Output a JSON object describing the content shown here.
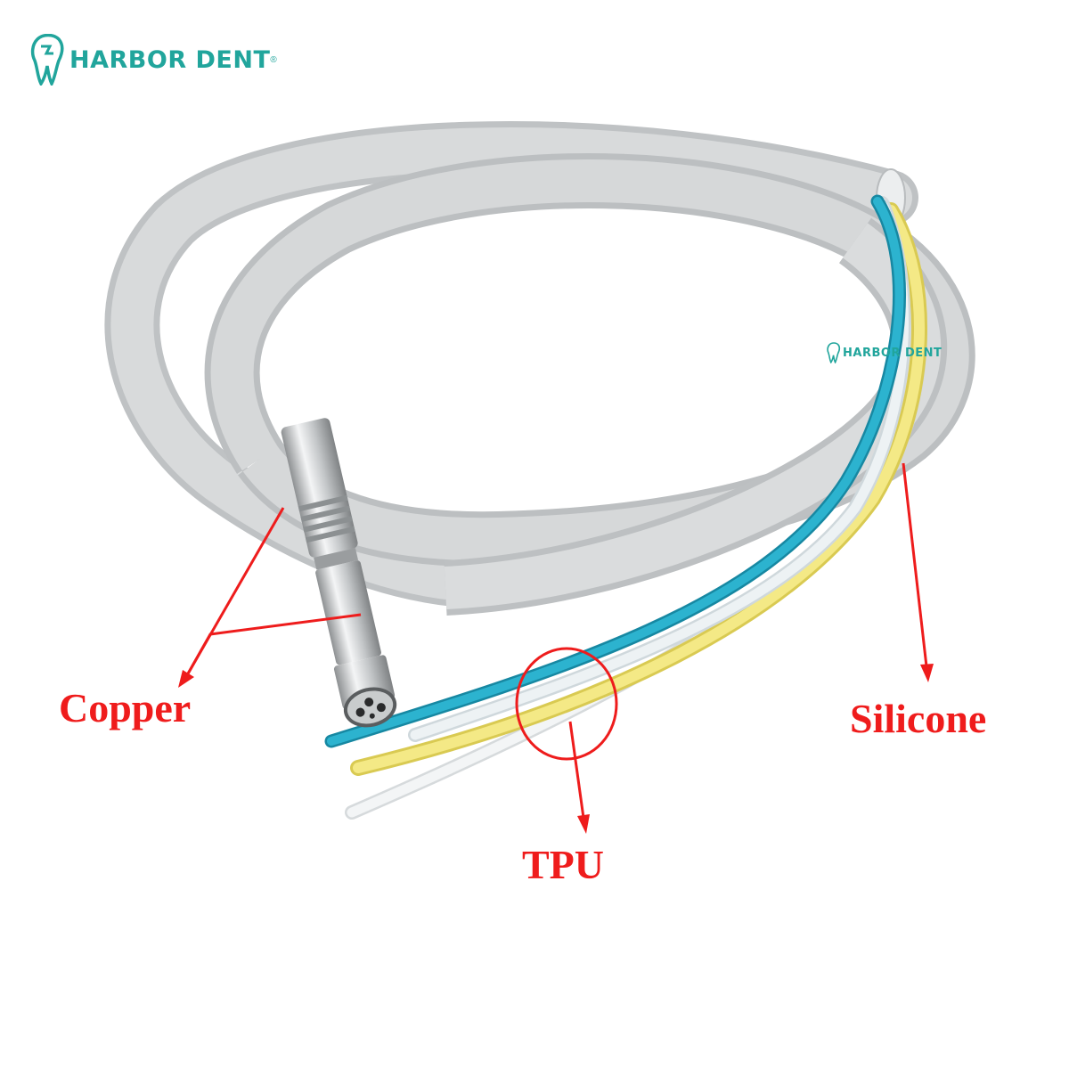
{
  "brand": {
    "name": "HARBOR DENT",
    "registered_mark": "®",
    "color": "#21a59c"
  },
  "watermark": {
    "name": "HARBOR DENT"
  },
  "annotations": {
    "copper": "Copper",
    "silicone": "Silicone",
    "tpu": "TPU",
    "color": "#ef1c1c"
  },
  "product": {
    "hose_color": "#d4d6d7",
    "tube_colors": [
      "#23a7c4",
      "#f2e780",
      "#eef0f1",
      "#e6edf0"
    ]
  }
}
